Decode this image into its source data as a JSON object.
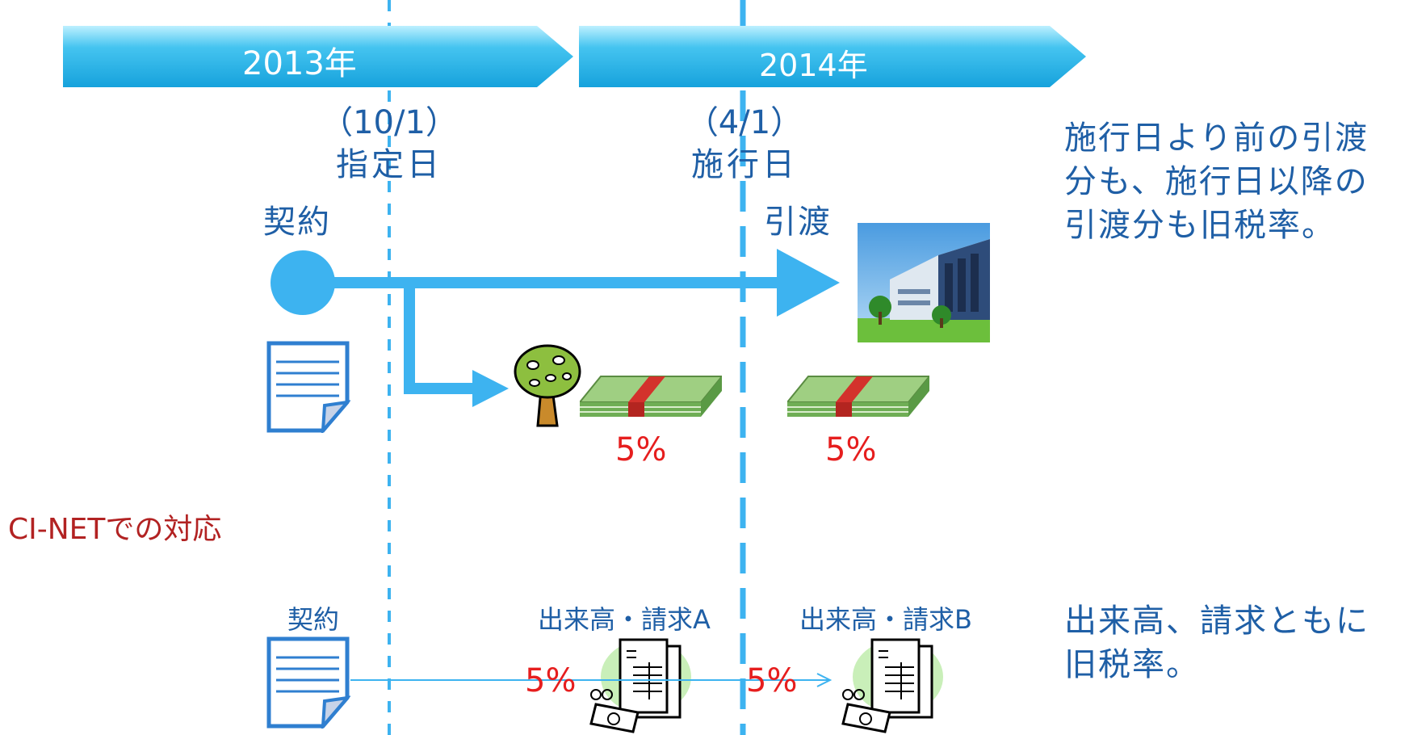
{
  "timeline": {
    "year_2013": "2013年",
    "year_2014": "2014年"
  },
  "dates": {
    "designated_paren": "（10/1）",
    "designated_label": "指定日",
    "effective_paren": "（4/1）",
    "effective_label": "施行日"
  },
  "upper": {
    "contract_label": "契約",
    "delivery_label": "引渡",
    "pct_a": "5%",
    "pct_b": "5%"
  },
  "notes": {
    "upper_note": "施行日より前の引渡分も、施行日以降の引渡分も旧税率。",
    "lower_note": "出来高、請求ともに旧税率。"
  },
  "cinet": {
    "heading": "CI-NETでの対応",
    "contract_label": "契約",
    "invoice_a_label": "出来高・請求A",
    "invoice_b_label": "出来高・請求B",
    "pct_a": "5%",
    "pct_b": "5%"
  },
  "colors": {
    "arrow_blue": "#3db3f0",
    "text_blue": "#1f5fa6",
    "red": "#e61e1e",
    "dark_red": "#b22222"
  }
}
